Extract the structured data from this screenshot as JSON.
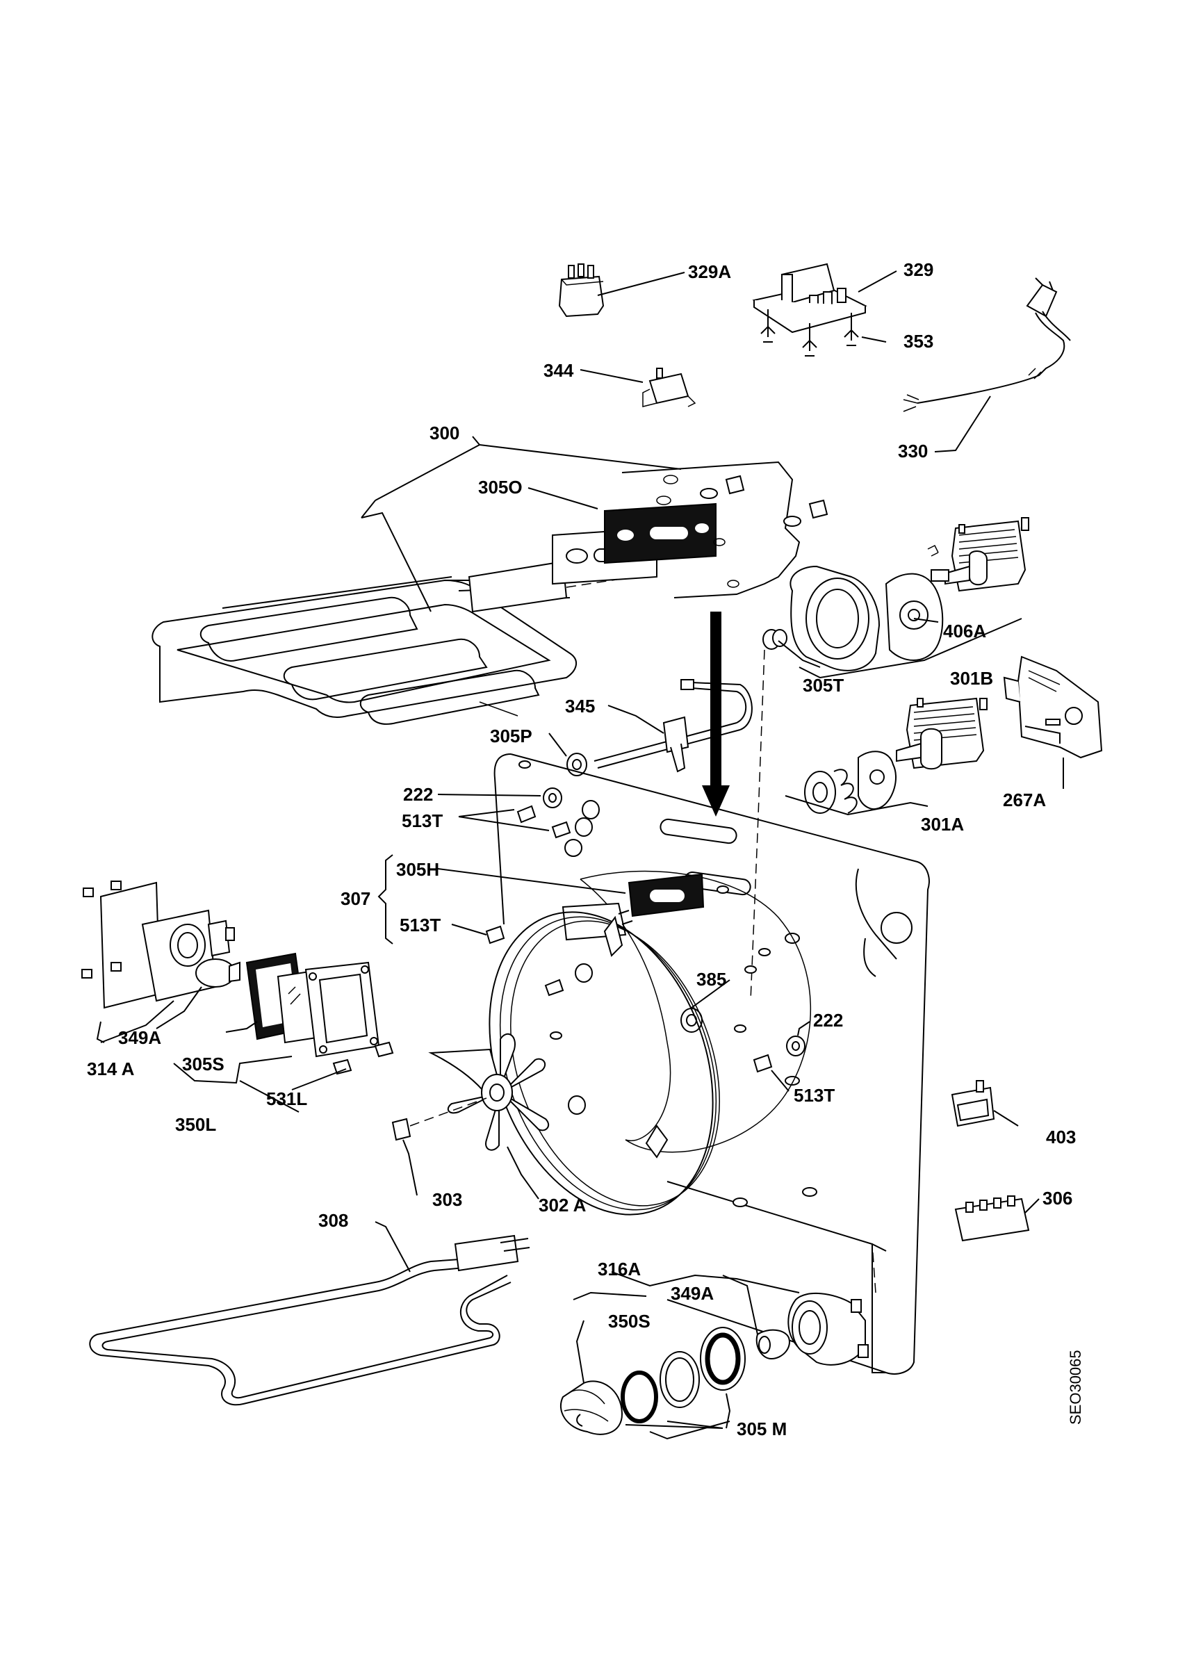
{
  "labels": [
    {
      "id": "329A",
      "text": "329A"
    },
    {
      "id": "329",
      "text": "329"
    },
    {
      "id": "353",
      "text": "353"
    },
    {
      "id": "344",
      "text": "344"
    },
    {
      "id": "330",
      "text": "330"
    },
    {
      "id": "300",
      "text": "300"
    },
    {
      "id": "305O",
      "text": "305O"
    },
    {
      "id": "406A",
      "text": "406A"
    },
    {
      "id": "305T",
      "text": "305T"
    },
    {
      "id": "301B",
      "text": "301B"
    },
    {
      "id": "345",
      "text": "345"
    },
    {
      "id": "305P",
      "text": "305P"
    },
    {
      "id": "267A",
      "text": "267A"
    },
    {
      "id": "222a",
      "text": "222"
    },
    {
      "id": "513Ta",
      "text": "513T"
    },
    {
      "id": "301A",
      "text": "301A"
    },
    {
      "id": "305H",
      "text": "305H"
    },
    {
      "id": "307",
      "text": "307"
    },
    {
      "id": "513Tb",
      "text": "513T"
    },
    {
      "id": "385",
      "text": "385"
    },
    {
      "id": "222b",
      "text": "222"
    },
    {
      "id": "349Aa",
      "text": "349A"
    },
    {
      "id": "314A",
      "text": "314 A"
    },
    {
      "id": "305Sa",
      "text": "305S"
    },
    {
      "id": "531L",
      "text": "531L"
    },
    {
      "id": "513Tc",
      "text": "513T"
    },
    {
      "id": "350L",
      "text": "350L"
    },
    {
      "id": "403",
      "text": "403"
    },
    {
      "id": "303",
      "text": "303"
    },
    {
      "id": "302A",
      "text": "302 A"
    },
    {
      "id": "306",
      "text": "306"
    },
    {
      "id": "308",
      "text": "308"
    },
    {
      "id": "316A",
      "text": "316A"
    },
    {
      "id": "349Ab",
      "text": "349A"
    },
    {
      "id": "350S",
      "text": "350S"
    },
    {
      "id": "305M",
      "text": "305 M"
    }
  ],
  "drawing_code": "SEO30065"
}
